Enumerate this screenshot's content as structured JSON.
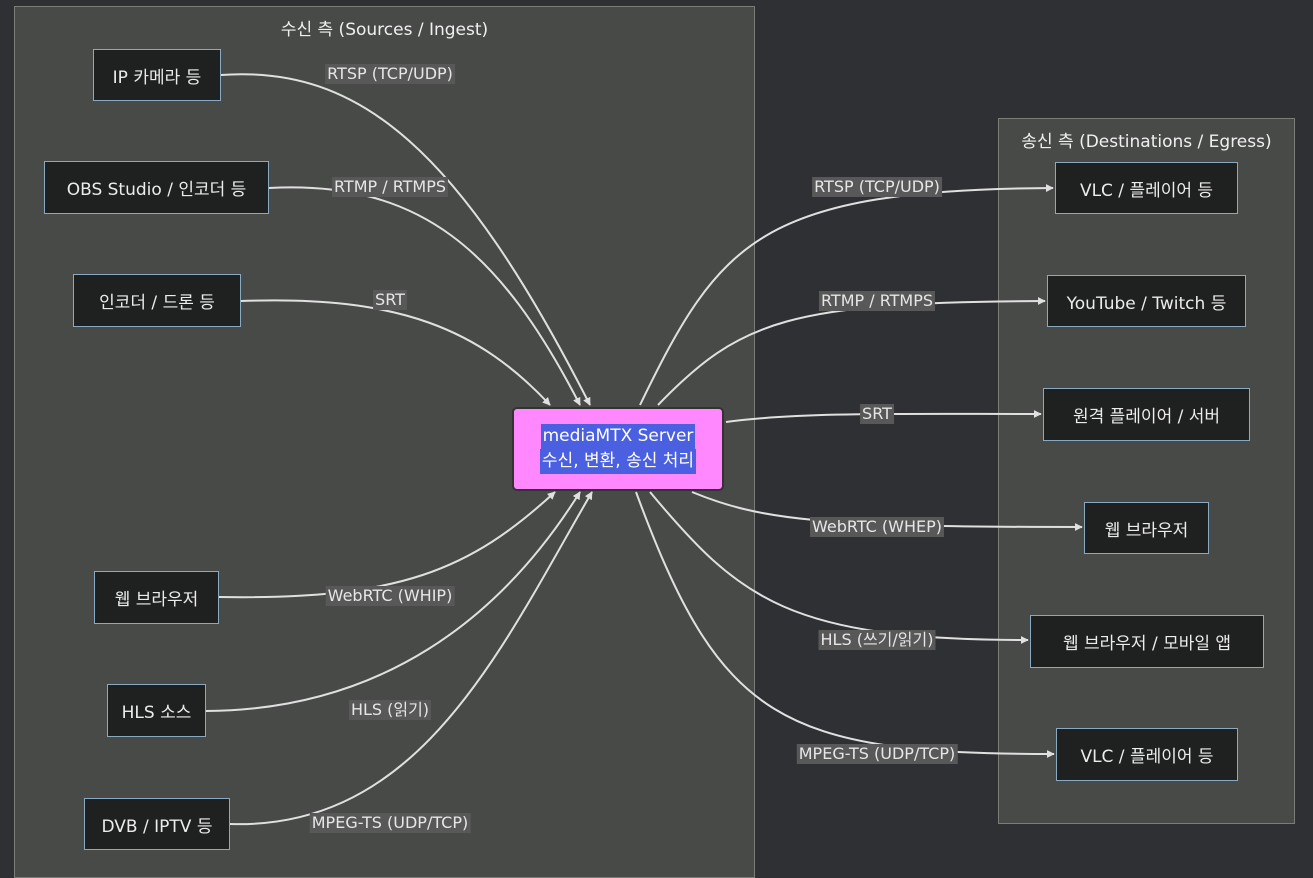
{
  "groups": {
    "sources_title": "수신 측 (Sources / Ingest)",
    "destinations_title": "송신 측 (Destinations / Egress)"
  },
  "server": {
    "line1": "mediaMTX Server",
    "line2": "수신, 변환, 송신 처리"
  },
  "sources": [
    {
      "name": "IP 카메라 등",
      "protocol": "RTSP (TCP/UDP)"
    },
    {
      "name": "OBS Studio / 인코더 등",
      "protocol": "RTMP / RTMPS"
    },
    {
      "name": "인코더 / 드론 등",
      "protocol": "SRT"
    },
    {
      "name": "웹 브라우저",
      "protocol": "WebRTC (WHIP)"
    },
    {
      "name": "HLS 소스",
      "protocol": "HLS (읽기)"
    },
    {
      "name": "DVB / IPTV 등",
      "protocol": "MPEG-TS (UDP/TCP)"
    }
  ],
  "destinations": [
    {
      "name": "VLC / 플레이어 등",
      "protocol": "RTSP (TCP/UDP)"
    },
    {
      "name": "YouTube / Twitch 등",
      "protocol": "RTMP / RTMPS"
    },
    {
      "name": "원격 플레이어 / 서버",
      "protocol": "SRT"
    },
    {
      "name": "웹 브라우저",
      "protocol": "WebRTC (WHEP)"
    },
    {
      "name": "웹 브라우저 / 모바일 앱",
      "protocol": "HLS (쓰기/읽기)"
    },
    {
      "name": "VLC / 플레이어 등",
      "protocol": "MPEG-TS (UDP/TCP)"
    }
  ],
  "colors": {
    "background": "#2f3034",
    "group_fill": "#484a48",
    "node_fill": "#1f2020",
    "node_border": "#8aa9c2",
    "server_fill": "#ff88ff",
    "text_highlight": "#4a60e0",
    "edge": "#e0e0e0"
  }
}
